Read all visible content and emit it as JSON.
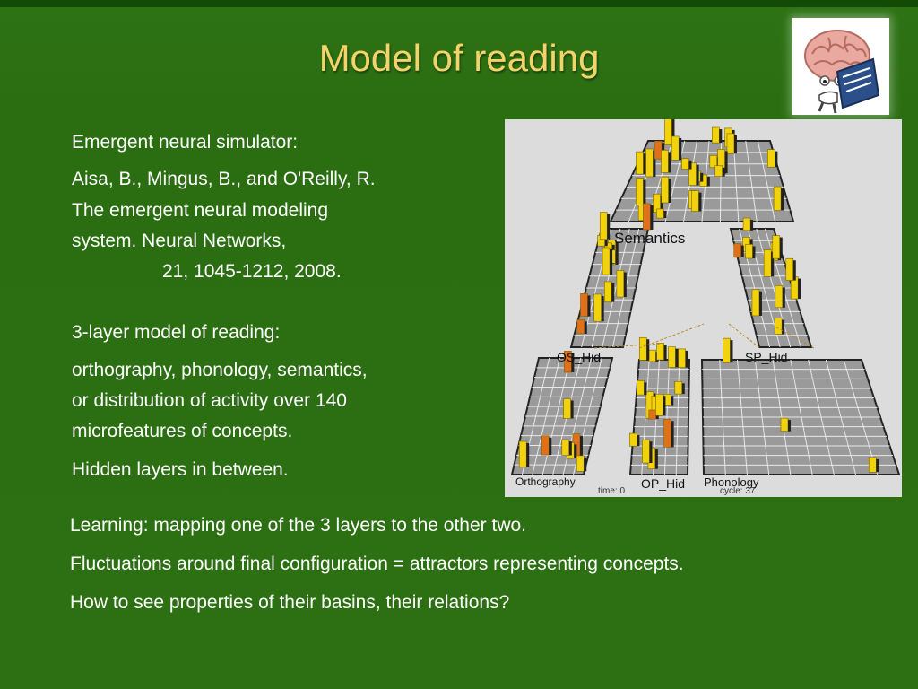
{
  "slide": {
    "title": "Model of reading",
    "left_text": {
      "line1": "Emergent neural simulator:",
      "ref1": "Aisa, B., Mingus, B., and O'Reilly, R.",
      "ref2": "The emergent neural modeling",
      "ref3": "system. Neural Networks,",
      "ref4": "21, 1045-1212, 2008.",
      "heading2": "3-layer model of reading:",
      "desc1": "orthography, phonology, semantics,",
      "desc2": "or distribution of activity over 140",
      "desc3": "microfeatures of concepts.",
      "hidden": "Hidden layers in between."
    },
    "bottom_text": [
      "Learning: mapping one of the 3 layers to the other two.",
      "Fluctuations around final configuration = attractors representing concepts.",
      "How to see properties of their basins, their relations?"
    ],
    "figure_labels": {
      "semantics": "Semantics",
      "os_hid": "OS_Hid",
      "sp_hid": "SP_Hid",
      "op_hid": "OP_Hid",
      "orthography": "Orthography",
      "phonology": "Phonology",
      "time": "time: 0",
      "cycle": "cycle: 37"
    }
  }
}
